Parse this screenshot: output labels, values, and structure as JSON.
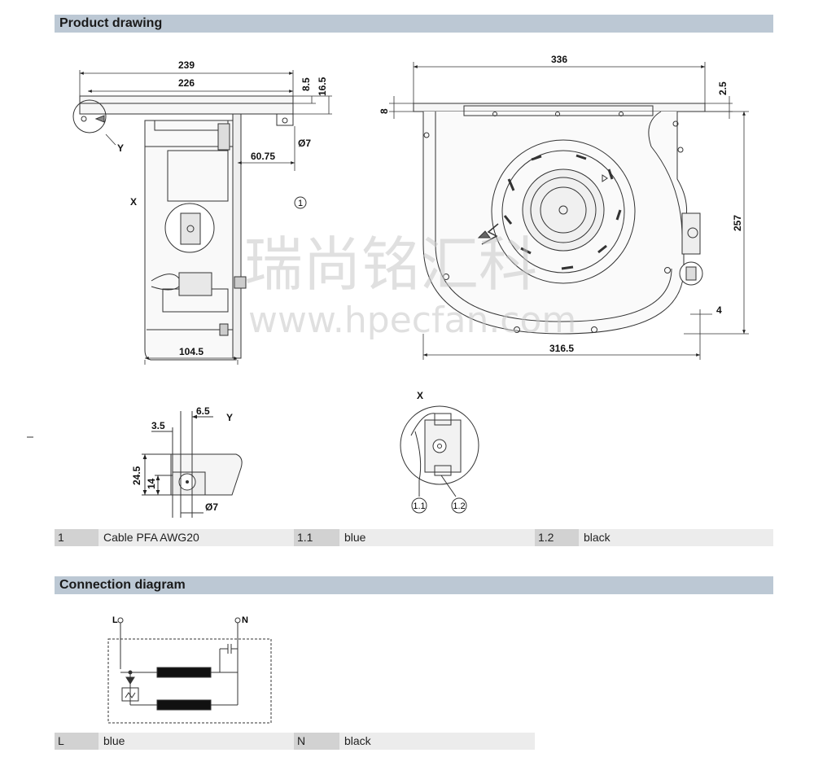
{
  "sections": {
    "product_drawing": "Product drawing",
    "connection_diagram": "Connection diagram"
  },
  "dimensions": {
    "w239": "239",
    "w226": "226",
    "h8_5": "8.5",
    "h16_5": "16.5",
    "d7": "Ø7",
    "w60_75": "60.75",
    "w104_5": "104.5",
    "w336": "336",
    "h8": "8",
    "h2_5": "2.5",
    "h257": "257",
    "w4": "4",
    "w316_5": "316.5",
    "w6_5": "6.5",
    "w3_5": "3.5",
    "h24_5": "24.5",
    "h14": "14",
    "d7b": "Ø7"
  },
  "labels": {
    "y_side": "Y",
    "x_side": "X",
    "callout_1": "1",
    "detail_y": "Y",
    "detail_x": "X",
    "callout_1_1": "1.1",
    "callout_1_2": "1.2",
    "wire_L": "L",
    "wire_N": "N"
  },
  "watermark": {
    "cn": "瑞尚铭汇科",
    "url": "www.hpecfan.com"
  },
  "legend_drawing": [
    {
      "key": "1",
      "value": "Cable PFA AWG20"
    },
    {
      "key": "1.1",
      "value": "blue"
    },
    {
      "key": "1.2",
      "value": "black"
    }
  ],
  "legend_connection": [
    {
      "key": "L",
      "value": "blue"
    },
    {
      "key": "N",
      "value": "black"
    }
  ]
}
